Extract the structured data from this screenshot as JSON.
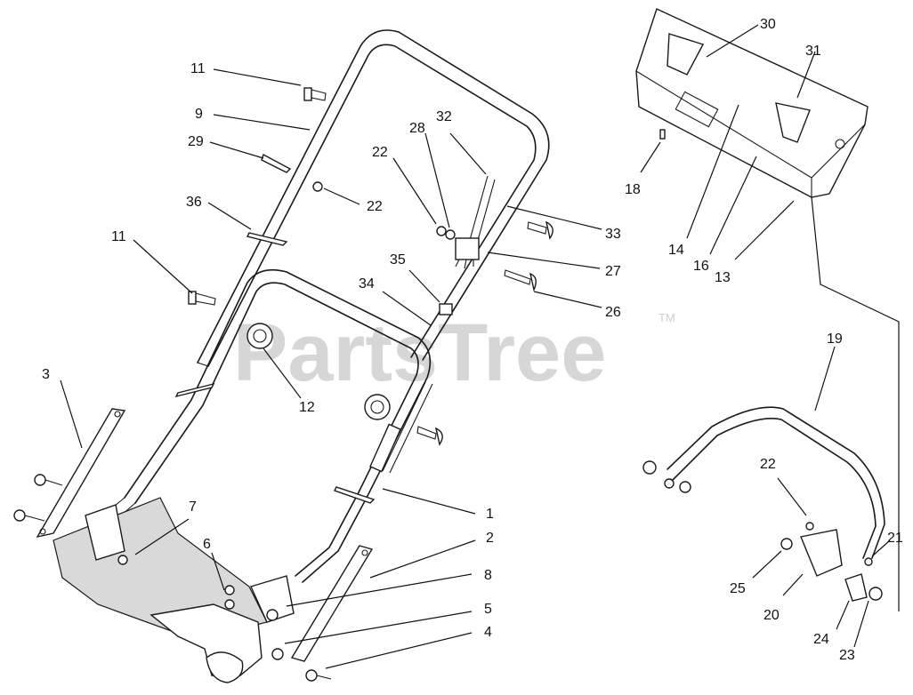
{
  "watermark": {
    "text": "PartsTree",
    "trademark": "TM"
  },
  "callouts": [
    "11",
    "9",
    "29",
    "22",
    "36",
    "11",
    "3",
    "12",
    "7",
    "6",
    "28",
    "32",
    "22",
    "33",
    "27",
    "35",
    "34",
    "26",
    "1",
    "2",
    "8",
    "5",
    "4",
    "30",
    "31",
    "18",
    "14",
    "16",
    "13",
    "19",
    "22",
    "25",
    "20",
    "21",
    "24",
    "23"
  ]
}
